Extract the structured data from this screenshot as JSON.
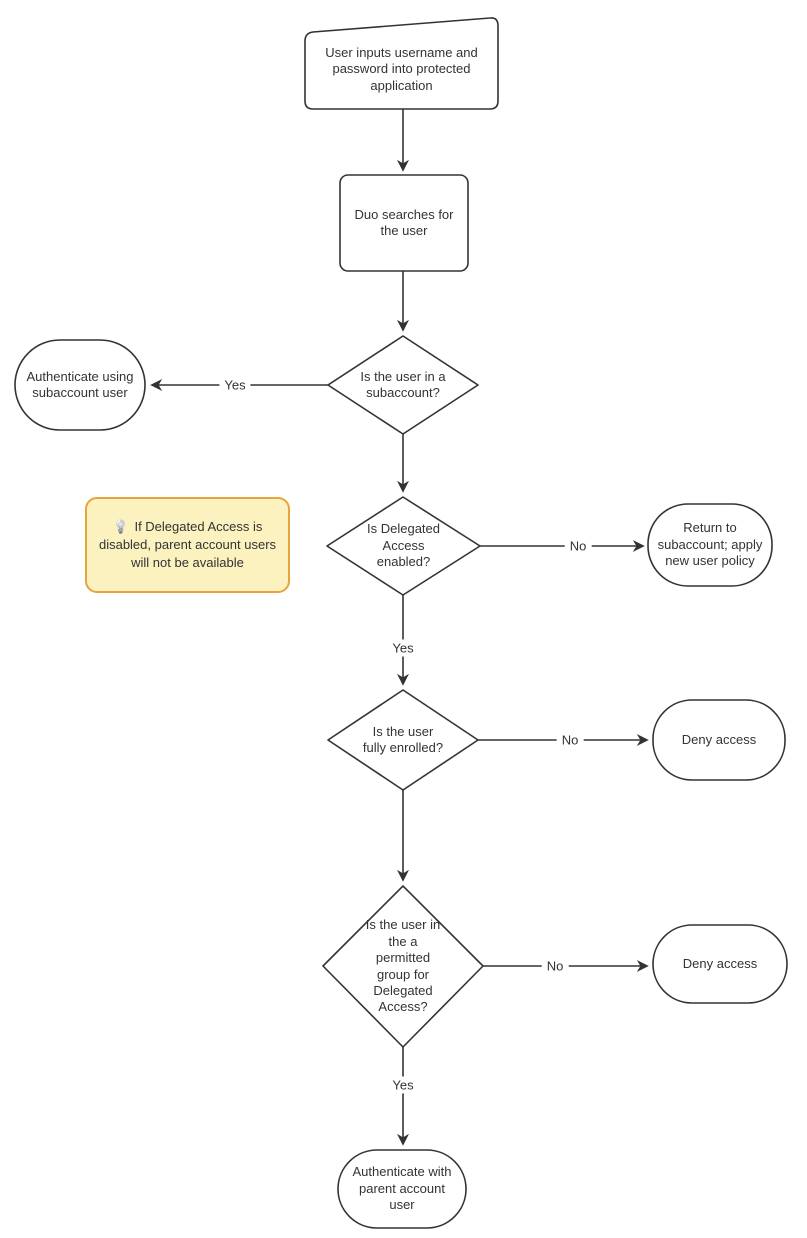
{
  "diagram": {
    "nodes": {
      "start_card": {
        "text": "User inputs username and\npassword into protected\napplication"
      },
      "duo_search": {
        "text": "Duo searches for\nthe user"
      },
      "subaccount_check": {
        "text": "Is the user in a\nsubaccount?"
      },
      "auth_subaccount": {
        "text": "Authenticate using\nsubaccount user"
      },
      "delegated_check": {
        "text": "Is Delegated\nAccess\nenabled?"
      },
      "return_subaccount": {
        "text": "Return to\nsubaccount; apply\nnew user policy"
      },
      "enrolled_check": {
        "text": "Is the user\nfully enrolled?"
      },
      "deny_access_1": {
        "text": "Deny access"
      },
      "group_check": {
        "text": "Is the user in\nthe a\npermitted\ngroup for\nDelegated\nAccess?"
      },
      "deny_access_2": {
        "text": "Deny access"
      },
      "auth_parent": {
        "text": "Authenticate with\nparent account\nuser"
      }
    },
    "note": {
      "icon": "💡",
      "text": "If Delegated Access is\ndisabled, parent account users\nwill not be available"
    },
    "edge_labels": {
      "subaccount_yes": "Yes",
      "delegated_no": "No",
      "delegated_yes": "Yes",
      "enrolled_no": "No",
      "group_no": "No",
      "group_yes": "Yes"
    },
    "colors": {
      "line": "#333333",
      "shape_fill": "#ffffff",
      "text": "#333333",
      "note_fill": "#FBF2C0",
      "note_border": "#E8A33D"
    }
  }
}
